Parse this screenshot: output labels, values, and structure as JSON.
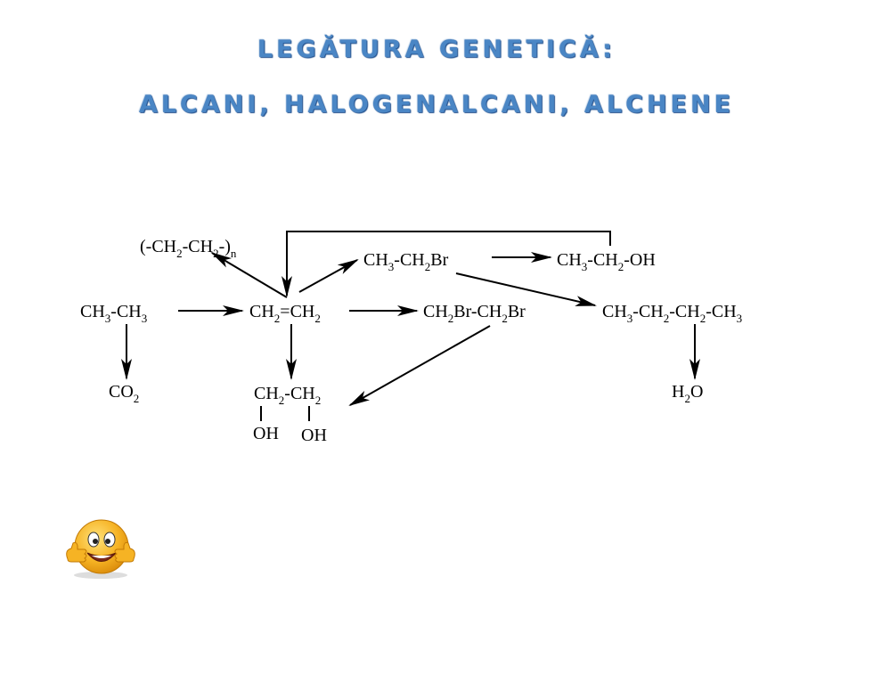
{
  "title": {
    "line1": "LEGĂTURA  GENETICĂ:",
    "line2": "ALCANI,  HALOGENALCANI,  ALCHENE"
  },
  "colors": {
    "title": "#4a86c5",
    "title_outline": "#1f4e8c",
    "ink": "#000000",
    "smiley_face": "#f6b324"
  },
  "compounds": {
    "polyethylene": [
      "(-CH",
      "2",
      "-CH",
      "2",
      "-)",
      "n"
    ],
    "bromoethane": [
      "CH",
      "3",
      "-CH",
      "2",
      "Br"
    ],
    "ethanol": [
      "CH",
      "3",
      "-CH",
      "2",
      "-OH"
    ],
    "ethane": [
      "CH",
      "3",
      "-CH",
      "3"
    ],
    "ethene": [
      "CH",
      "2",
      "=CH",
      "2"
    ],
    "dibromoethane": [
      "CH",
      "2",
      "Br-CH",
      "2",
      "Br"
    ],
    "butane": [
      "CH",
      "3",
      "-CH",
      "2",
      "-CH",
      "2",
      "-CH",
      "3"
    ],
    "carbon_dioxide": [
      "CO",
      "2"
    ],
    "ethanediol": [
      "CH",
      "2",
      "-CH",
      "2"
    ],
    "ethanediol_oh1": "OH",
    "ethanediol_oh2": "OH",
    "water": [
      "H",
      "2",
      "O"
    ]
  },
  "icons": {
    "smiley": "thumbs-up-smiley-icon"
  }
}
